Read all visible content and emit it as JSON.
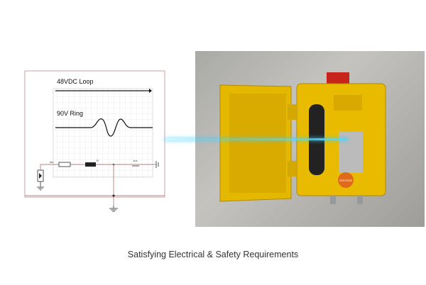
{
  "diagram": {
    "loop_label": "48VDC Loop",
    "ring_label": "90V Ring",
    "resistor_label": "3w",
    "inductor_label": "R",
    "cap_label": "1ux"
  },
  "photo": {
    "badge_text": "CERTIFIED"
  },
  "caption": "Satisfying Electrical & Safety Requirements"
}
